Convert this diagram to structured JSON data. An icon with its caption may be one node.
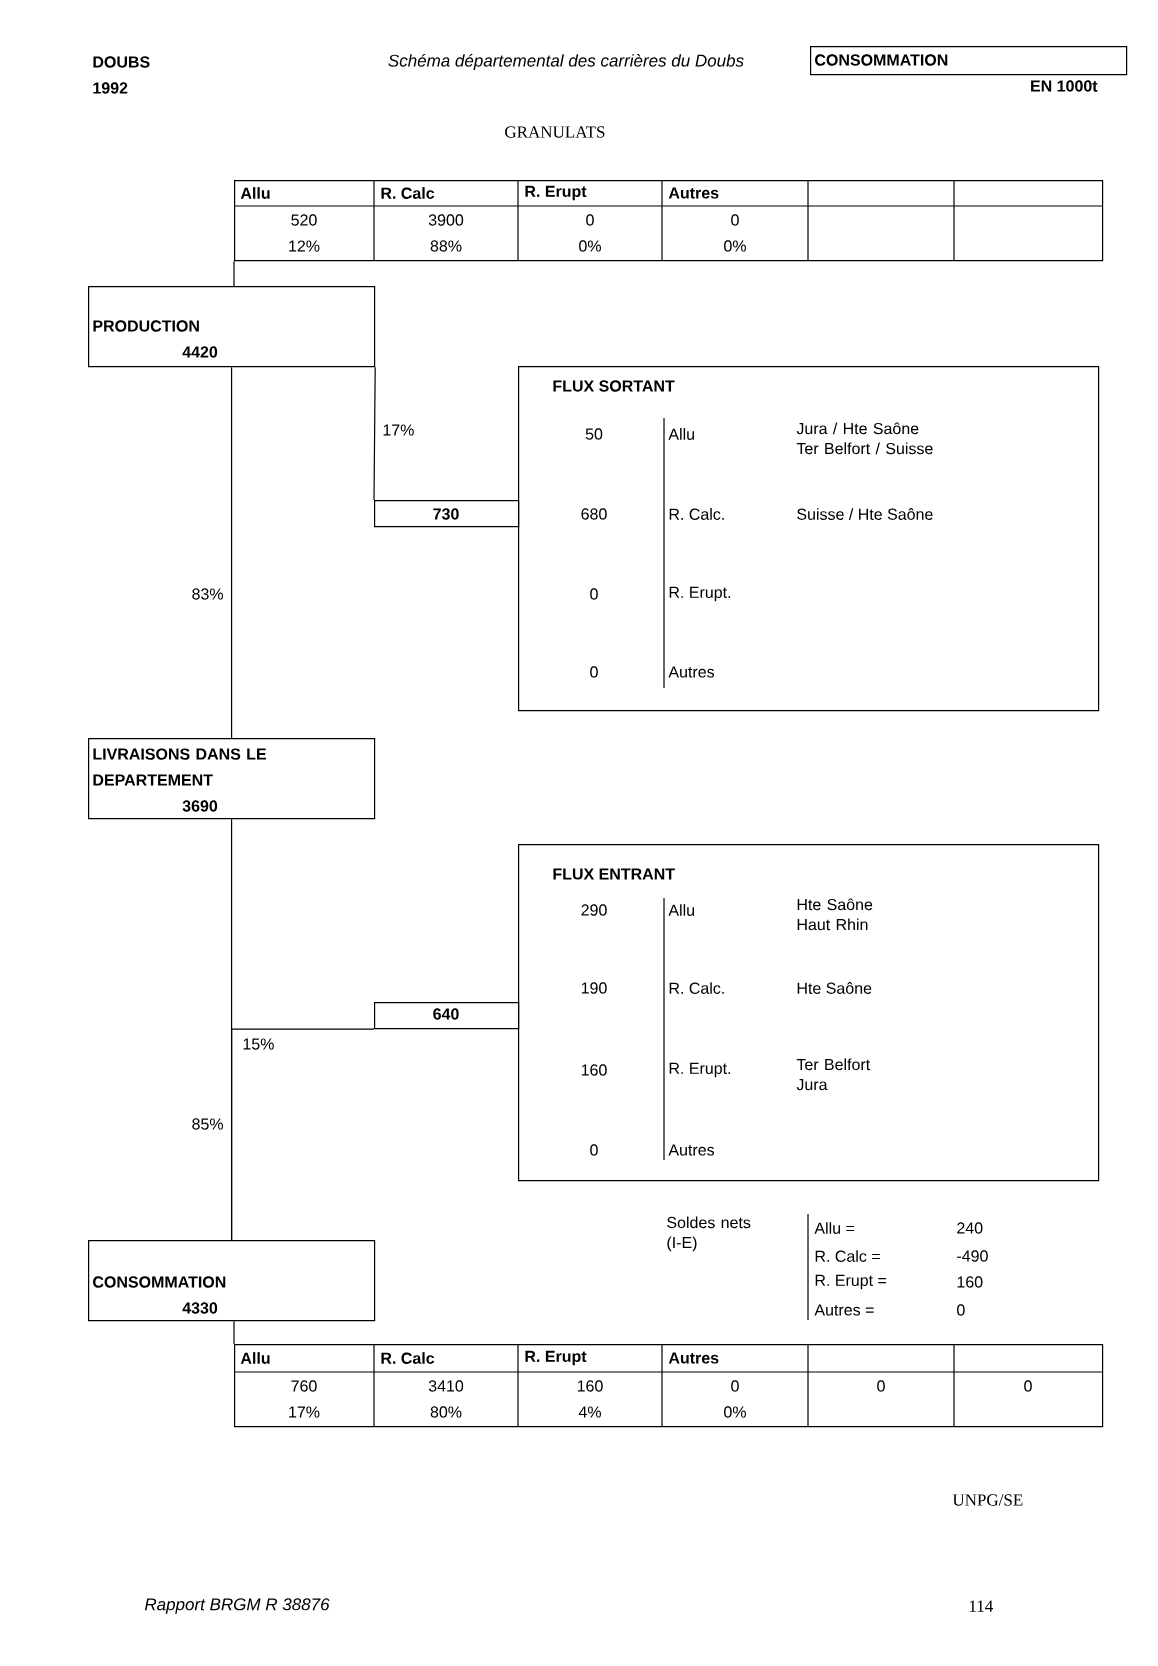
{
  "diagram": {
    "title": "GRANULATS",
    "nodes": [
      {
        "text": [
          "CONSOMMATION"
        ],
        "beside": [
          "EN 1000t"
        ]
      },
      {
        "text": [
          "Allu",
          "R. Calc",
          "R. Erupt",
          "Autres",
          "520",
          "3900",
          "0",
          "0",
          "12%",
          "88%",
          "0%",
          "0%"
        ]
      },
      {
        "text": [
          "PRODUCTION",
          "4420"
        ]
      },
      {
        "text": [
          "730"
        ]
      },
      {
        "text": [
          "FLUX SORTANT",
          "50",
          "Allu",
          "Jura / Hte Saône Ter Belfort / Suisse",
          "680",
          "R. Calc.",
          "Suisse / Hte Saône",
          "0",
          "R. Erupt.",
          "0",
          "Autres"
        ]
      },
      {
        "text": [
          "LIVRAISONS DANS LE DEPARTEMENT",
          "3690"
        ]
      },
      {
        "text": [
          "640"
        ]
      },
      {
        "text": [
          "FLUX ENTRANT",
          "290",
          "Allu",
          "Hte Saône Haut Rhin",
          "190",
          "R. Calc.",
          "Hte Saône",
          "160",
          "R. Erupt.",
          "Ter Belfort Jura",
          "0",
          "Autres"
        ]
      },
      {
        "text": [
          "CONSOMMATION",
          "4330"
        ]
      },
      {
        "text": [
          "Allu",
          "R. Calc",
          "R. Erupt",
          "Autres",
          "760",
          "3410",
          "160",
          "0",
          "0",
          "0",
          "17%",
          "80%",
          "4%",
          "0%"
        ]
      }
    ],
    "edges": [
      {
        "from": 1,
        "to": 2,
        "arrow": "none"
      },
      {
        "from": 2,
        "to": 5,
        "arrow": "none",
        "label": "83%"
      },
      {
        "from": 2,
        "to": 3,
        "arrow": "none",
        "label": "17%"
      },
      {
        "from": 6,
        "to": 8,
        "arrow": "none",
        "label": "15%"
      },
      {
        "from": 5,
        "to": 8,
        "arrow": "none",
        "label": "85%"
      },
      {
        "from": 8,
        "to": 9,
        "arrow": "none"
      }
    ],
    "labels": [
      "DOUBS",
      "1992",
      "Schéma départemental des carrières du Doubs",
      "Soldes nets (I-E)",
      "Allu =",
      "240",
      "R. Calc =",
      "-490",
      "R. Erupt =",
      "160",
      "Autres =",
      "0",
      "UNPG/SE",
      "Rapport BRGM R 38876",
      "114"
    ]
  }
}
